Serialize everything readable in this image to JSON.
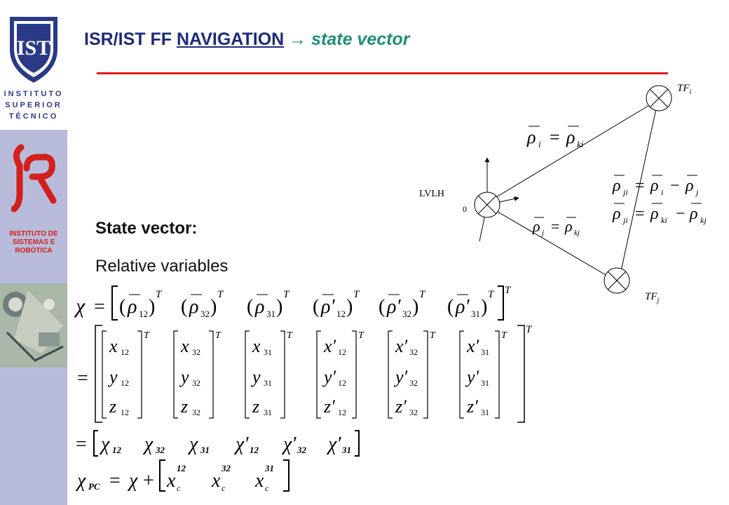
{
  "sidebar": {
    "ist_lines": [
      "INSTITUTO",
      "SUPERIOR",
      "TÉCNICO"
    ],
    "isr_lines": [
      "INSTITUTO DE",
      "SISTEMAS E",
      "ROBÓTICA"
    ]
  },
  "header": {
    "title_prefix": "ISR/IST FF ",
    "title_nav": "NAVIGATION",
    "title_arrow": " → ",
    "title_suffix": "state vector",
    "rule_color": "#e0201a"
  },
  "content": {
    "heading": "State vector:",
    "subheading": "Relative variables"
  },
  "diagram": {
    "lvlh_label": "LVLH",
    "origin_label": "0",
    "tf_i": "TF",
    "tf_i_sub": "i",
    "tf_j": "TF",
    "tf_j_sub": "j"
  },
  "colors": {
    "sidebar": "#b7bbd9",
    "title": "#1e2a78",
    "accent": "#1f8f7a",
    "isr_red": "#d3201c"
  }
}
